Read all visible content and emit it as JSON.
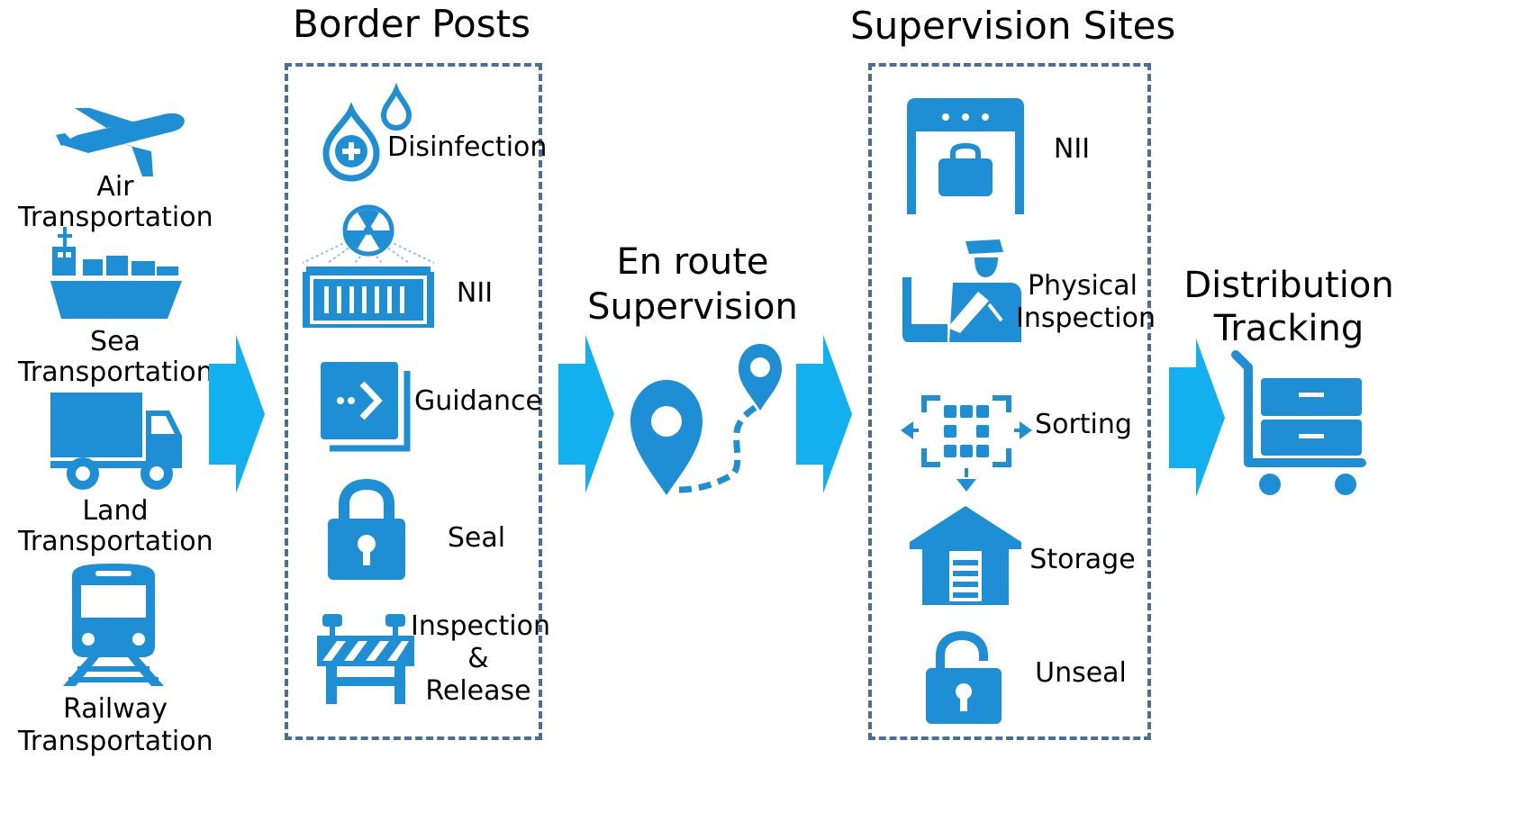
{
  "colors": {
    "icon_blue": "#1f8fd5",
    "arrow_blue": "#12b0ee",
    "box_border": "#4a6f94"
  },
  "transport": {
    "items": [
      {
        "icon": "airplane-icon",
        "line1": "Air",
        "line2": "Transportation"
      },
      {
        "icon": "ship-icon",
        "line1": "Sea",
        "line2": "Transportation"
      },
      {
        "icon": "truck-icon",
        "line1": "Land",
        "line2": "Transportation"
      },
      {
        "icon": "train-icon",
        "line1": "Railway",
        "line2": "Transportation"
      }
    ]
  },
  "border_posts": {
    "title": "Border Posts",
    "items": [
      {
        "icon": "disinfection-drop-icon",
        "label": "Disinfection"
      },
      {
        "icon": "container-scan-icon",
        "label": "NII"
      },
      {
        "icon": "guidance-icon",
        "label": "Guidance"
      },
      {
        "icon": "padlock-icon",
        "label": "Seal"
      },
      {
        "icon": "barrier-icon",
        "line1": "Inspection",
        "line2": "&",
        "line3": "Release"
      }
    ]
  },
  "en_route": {
    "line1": "En route",
    "line2": "Supervision",
    "icon": "route-pins-icon"
  },
  "supervision_sites": {
    "title": "Supervision Sites",
    "items": [
      {
        "icon": "scanner-gate-icon",
        "label": "NII"
      },
      {
        "icon": "officer-icon",
        "line1": "Physical",
        "line2": "Inspection"
      },
      {
        "icon": "sorting-icon",
        "label": "Sorting"
      },
      {
        "icon": "warehouse-icon",
        "label": "Storage"
      },
      {
        "icon": "open-padlock-icon",
        "label": "Unseal"
      }
    ]
  },
  "distribution": {
    "line1": "Distribution",
    "line2": "Tracking",
    "icon": "cart-icon"
  }
}
